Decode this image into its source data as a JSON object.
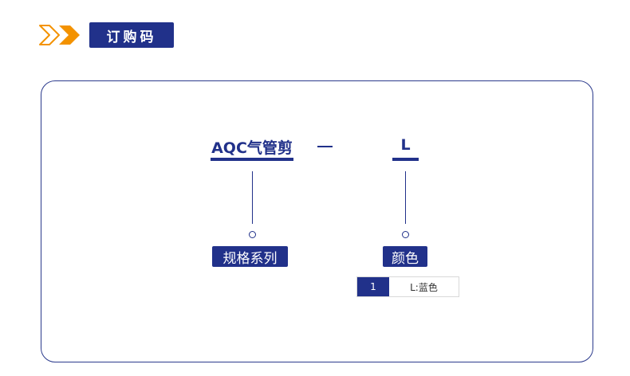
{
  "header": {
    "title": "订购码",
    "icon": "double-chevron-right-icon",
    "accent_colors": {
      "primary": "#21318a",
      "orange": "#f39200"
    }
  },
  "order_code": {
    "product_name": "AQC气管剪",
    "separator": "—",
    "suffix_code": "L"
  },
  "fields": [
    {
      "label": "规格系列"
    },
    {
      "label": "颜色"
    }
  ],
  "color_options": [
    {
      "key": "1",
      "value": "L:蓝色"
    }
  ]
}
